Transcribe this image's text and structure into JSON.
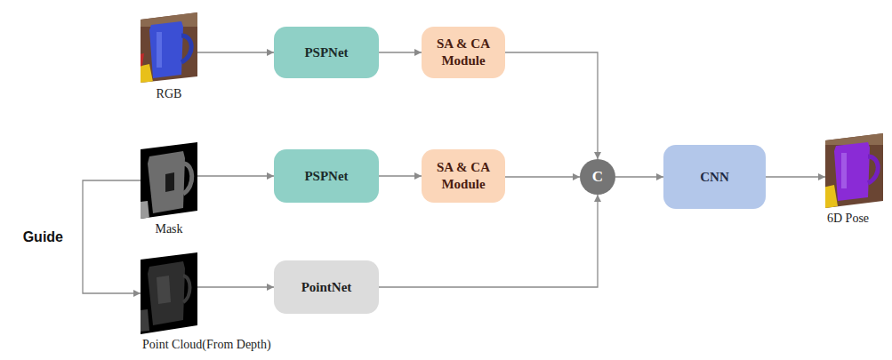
{
  "diagram": {
    "nodes": [
      {
        "text": [
          "RGB"
        ]
      },
      {
        "text": [
          "PSPNet"
        ]
      },
      {
        "text": [
          "SA & CA Module"
        ]
      },
      {
        "text": [
          "Mask"
        ]
      },
      {
        "text": [
          "PSPNet"
        ]
      },
      {
        "text": [
          "SA & CA Module"
        ]
      },
      {
        "text": [
          "C"
        ]
      },
      {
        "text": [
          "CNN"
        ]
      },
      {
        "text": [
          "6D Pose"
        ]
      },
      {
        "text": [
          "Point Cloud(From Depth)"
        ]
      },
      {
        "text": [
          "PointNet"
        ]
      }
    ],
    "edges": [
      {
        "from": 0,
        "to": 1,
        "arrow": "to"
      },
      {
        "from": 1,
        "to": 2,
        "arrow": "to"
      },
      {
        "from": 2,
        "to": 6,
        "arrow": "to"
      },
      {
        "from": 3,
        "to": 4,
        "arrow": "to"
      },
      {
        "from": 4,
        "to": 5,
        "arrow": "to"
      },
      {
        "from": 5,
        "to": 6,
        "arrow": "to"
      },
      {
        "from": 3,
        "to": 9,
        "label": "Guide",
        "arrow": "to"
      },
      {
        "from": 9,
        "to": 10,
        "arrow": "to"
      },
      {
        "from": 10,
        "to": 6,
        "arrow": "to"
      },
      {
        "from": 6,
        "to": 7,
        "arrow": "to"
      },
      {
        "from": 7,
        "to": 8,
        "arrow": "to"
      }
    ]
  }
}
